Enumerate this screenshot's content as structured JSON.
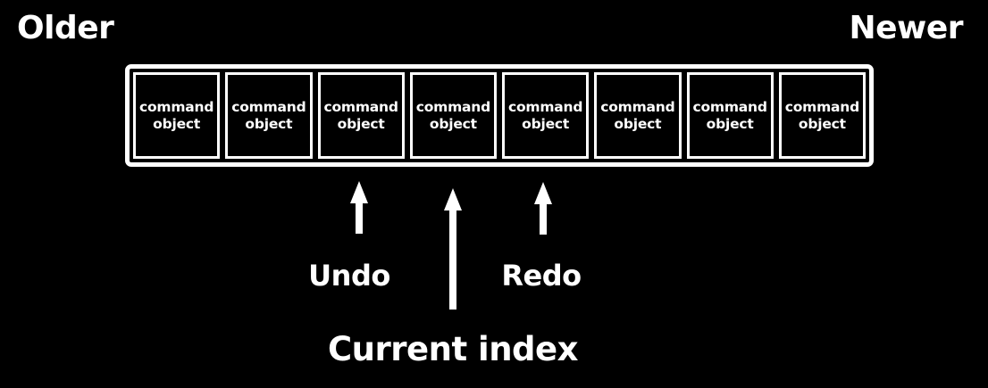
{
  "diagram": {
    "title_left": "Older",
    "title_right": "Newer",
    "stack": {
      "boxes": [
        {
          "label": "command\nobject"
        },
        {
          "label": "command\nobject"
        },
        {
          "label": "command\nobject"
        },
        {
          "label": "command\nobject"
        },
        {
          "label": "command\nobject"
        },
        {
          "label": "command\nobject"
        },
        {
          "label": "command\nobject"
        },
        {
          "label": "command\nobject"
        }
      ]
    },
    "annotations": {
      "undo_label": "Undo",
      "redo_label": "Redo",
      "current_index_label": "Current index"
    },
    "colors": {
      "background": "#000000",
      "foreground": "#ffffff"
    }
  }
}
